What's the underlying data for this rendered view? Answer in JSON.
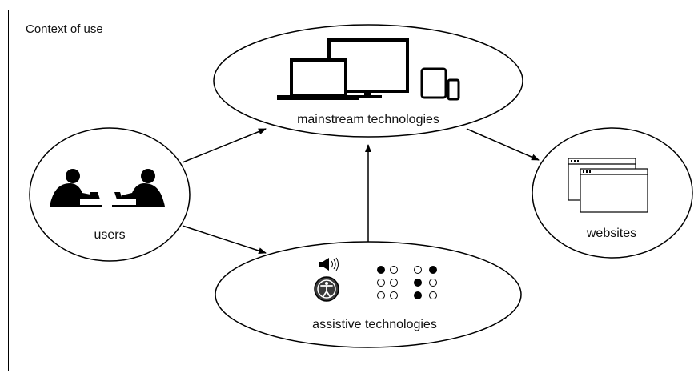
{
  "diagram": {
    "title": "Context of use",
    "nodes": {
      "users": {
        "label": "users"
      },
      "mainstream": {
        "label": "mainstream technologies"
      },
      "assistive": {
        "label": "assistive technologies"
      },
      "websites": {
        "label": "websites"
      }
    },
    "edges": [
      {
        "from": "users",
        "to": "mainstream"
      },
      {
        "from": "users",
        "to": "assistive"
      },
      {
        "from": "assistive",
        "to": "mainstream"
      },
      {
        "from": "mainstream",
        "to": "websites"
      }
    ]
  }
}
